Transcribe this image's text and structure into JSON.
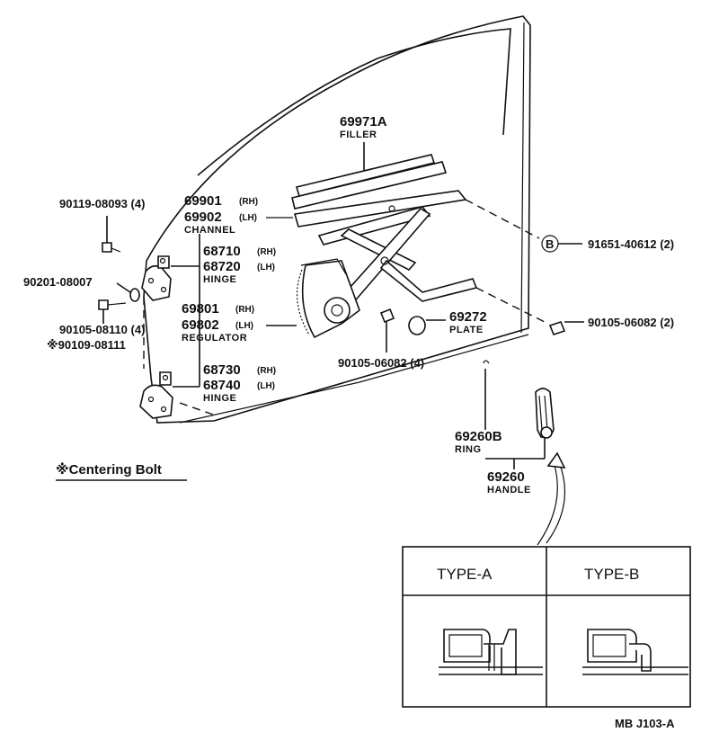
{
  "labels": {
    "filler": {
      "pn": "69971A",
      "name": "FILLER"
    },
    "channel": {
      "pn_rh": "69901",
      "rh": "(RH)",
      "pn_lh": "69902",
      "lh": "(LH)",
      "name": "CHANNEL"
    },
    "hinge_upper": {
      "pn_rh": "68710",
      "rh": "(RH)",
      "pn_lh": "68720",
      "lh": "(LH)",
      "name": "HINGE"
    },
    "regulator": {
      "pn_rh": "69801",
      "rh": "(RH)",
      "pn_lh": "69802",
      "lh": "(LH)",
      "name": "REGULATOR"
    },
    "hinge_lower": {
      "pn_rh": "68730",
      "rh": "(RH)",
      "pn_lh": "68740",
      "lh": "(LH)",
      "name": "HINGE"
    },
    "bolt_upper": "90119-08093 (4)",
    "bolt_hinge": "90201-08007",
    "bolt_lower": "90105-08110 (4)",
    "centering_bolt_pn": "※90109-08111",
    "ref_b_circle": "B",
    "ref_b_pn": "91651-40612 (2)",
    "bolt_right": "90105-06082 (2)",
    "plate": {
      "pn": "69272",
      "name": "PLATE"
    },
    "bolt_center": "90105-06082 (4)",
    "ring": {
      "pn": "69260B",
      "name": "RING"
    },
    "handle": {
      "pn": "69260",
      "name": "HANDLE"
    },
    "legend": "※Centering Bolt",
    "footer": "MB J103-A"
  },
  "types_table": {
    "type_a": "TYPE-A",
    "type_b": "TYPE-B"
  }
}
